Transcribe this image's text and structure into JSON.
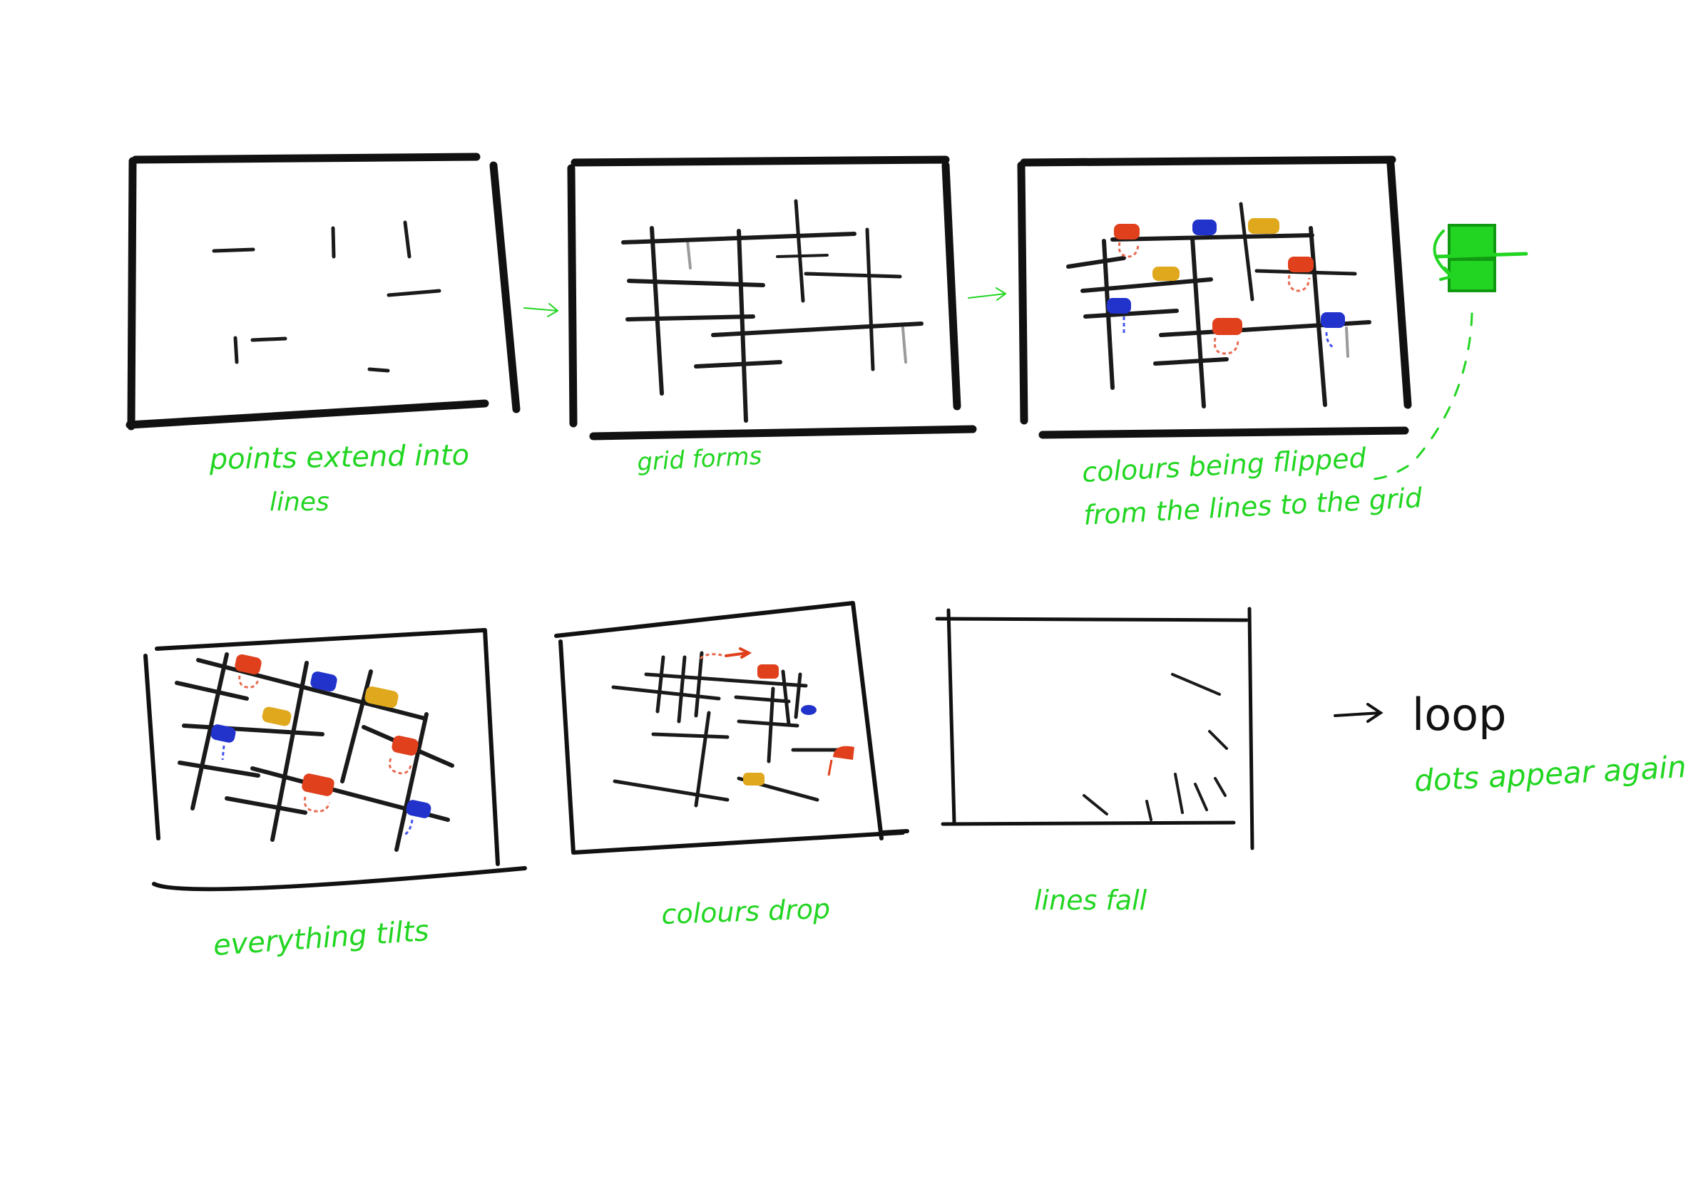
{
  "panels": [
    {
      "id": 1,
      "caption_lines": [
        "points extend into",
        "lines"
      ]
    },
    {
      "id": 2,
      "caption_lines": [
        "grid forms"
      ]
    },
    {
      "id": 3,
      "caption_lines": [
        "colours being flipped",
        "from the lines to the grid"
      ]
    },
    {
      "id": 4,
      "caption_lines": [
        "everything tilts"
      ]
    },
    {
      "id": 5,
      "caption_lines": [
        "colours drop"
      ]
    },
    {
      "id": 6,
      "caption_lines": [
        "lines fall"
      ]
    }
  ],
  "loop": {
    "label": "loop",
    "note": "dots appear again"
  },
  "colors": {
    "ink": "#111111",
    "annotation": "#22d522",
    "red": "#e0401c",
    "blue": "#2233cc",
    "yellow": "#e0a81c"
  }
}
